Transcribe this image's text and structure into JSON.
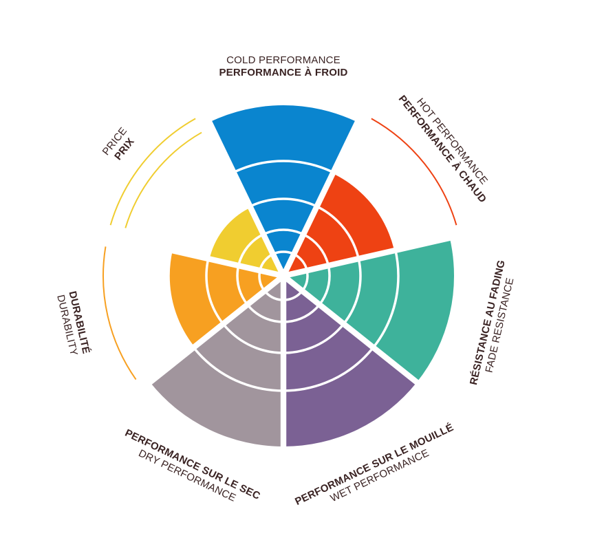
{
  "chart_data": {
    "type": "radial_bar",
    "max_level": 5,
    "segments": [
      {
        "key": "cold",
        "label_en": "COLD PERFORMANCE",
        "label_fr": "PERFORMANCE À FROID",
        "value": 5,
        "color": "#0a85cf"
      },
      {
        "key": "hot",
        "label_en": "HOT PERFORMANCE",
        "label_fr": "PERFORMANCE À CHAUD",
        "value": 4,
        "color": "#ee4213"
      },
      {
        "key": "fade",
        "label_en": "FADE RESISTANCE",
        "label_fr": "RÉSISTANCE AU FADING",
        "value": 5,
        "color": "#3eb29b"
      },
      {
        "key": "wet",
        "label_en": "WET PERFORMANCE",
        "label_fr": "PERFORMANCE SUR LE MOUILLÉ",
        "value": 5,
        "color": "#7b6194"
      },
      {
        "key": "dry",
        "label_en": "DRY PERFORMANCE",
        "label_fr": "PERFORMANCE SUR LE SEC",
        "value": 5,
        "color": "#a1959d"
      },
      {
        "key": "durability",
        "label_en": "DURABILITY",
        "label_fr": "DURABILITÉ",
        "value": 4,
        "color": "#f7a021"
      },
      {
        "key": "price",
        "label_en": "PRICE",
        "label_fr": "PRIX",
        "value": 3,
        "color": "#f0cd30"
      }
    ]
  }
}
